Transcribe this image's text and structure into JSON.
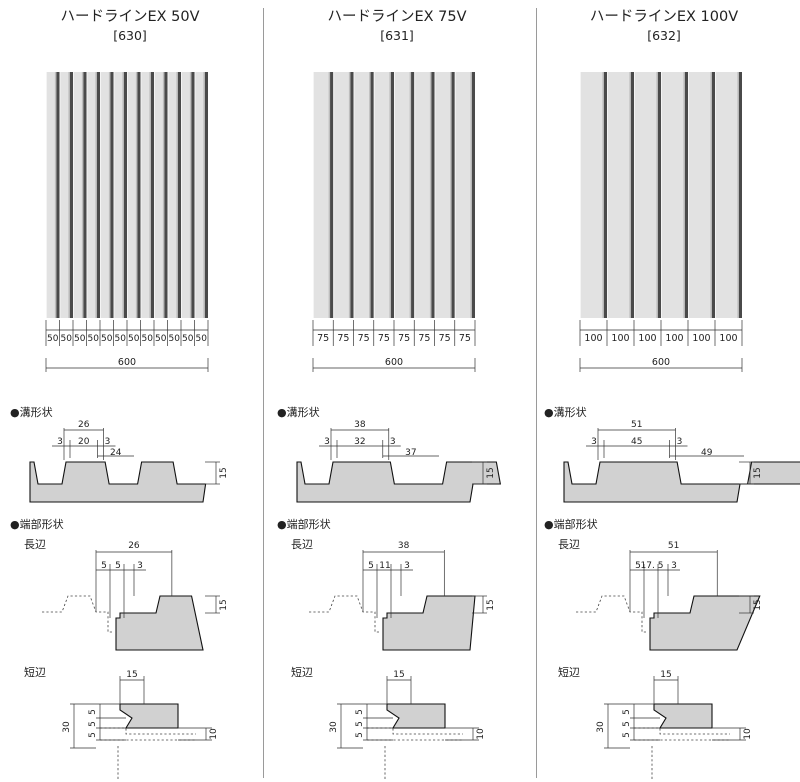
{
  "products": [
    {
      "title": "ハードラインEX 50V",
      "code": "[630]",
      "pitch": 50,
      "module_widths": [
        "50",
        "50",
        "50",
        "50",
        "50",
        "50",
        "50",
        "50",
        "50",
        "50",
        "50",
        "50"
      ],
      "total_width": "600",
      "groove_heading": "●溝形状",
      "groove_dims": {
        "top_span": "26",
        "wall_left": "3",
        "bottom": "20",
        "wall_right": "3",
        "land": "24",
        "depth": "15"
      },
      "edge_heading": "●端部形状",
      "long_side_label": "長辺",
      "long_dims": {
        "span": "26",
        "a": "5",
        "b": "5",
        "c": "3",
        "depth": "15"
      },
      "short_side_label": "短辺",
      "short_dims": {
        "top": "15",
        "s1": "5",
        "s2": "5",
        "s3": "5",
        "total": "30",
        "right": "10"
      }
    },
    {
      "title": "ハードラインEX 75V",
      "code": "[631]",
      "pitch": 75,
      "module_widths": [
        "75",
        "75",
        "75",
        "75",
        "75",
        "75",
        "75",
        "75"
      ],
      "total_width": "600",
      "groove_heading": "●溝形状",
      "groove_dims": {
        "top_span": "38",
        "wall_left": "3",
        "bottom": "32",
        "wall_right": "3",
        "land": "37",
        "depth": "15"
      },
      "edge_heading": "●端部形状",
      "long_side_label": "長辺",
      "long_dims": {
        "span": "38",
        "a": "5",
        "b": "11",
        "c": "3",
        "depth": "15"
      },
      "short_side_label": "短辺",
      "short_dims": {
        "top": "15",
        "s1": "5",
        "s2": "5",
        "s3": "5",
        "total": "30",
        "right": "10"
      }
    },
    {
      "title": "ハードラインEX 100V",
      "code": "[632]",
      "pitch": 100,
      "module_widths": [
        "100",
        "100",
        "100",
        "100",
        "100",
        "100"
      ],
      "total_width": "600",
      "groove_heading": "●溝形状",
      "groove_dims": {
        "top_span": "51",
        "wall_left": "3",
        "bottom": "45",
        "wall_right": "3",
        "land": "49",
        "depth": "15"
      },
      "edge_heading": "●端部形状",
      "long_side_label": "長辺",
      "long_dims": {
        "span": "51",
        "a": "5",
        "b": "17. 5",
        "c": "3",
        "depth": "15"
      },
      "short_side_label": "短辺",
      "short_dims": {
        "top": "15",
        "s1": "5",
        "s2": "5",
        "s3": "5",
        "total": "30",
        "right": "10"
      }
    }
  ],
  "colors": {
    "panel": "#e2e2e2",
    "groove": "#4a4a4a",
    "profile_fill": "#d1d1d1",
    "line": "#111111"
  }
}
